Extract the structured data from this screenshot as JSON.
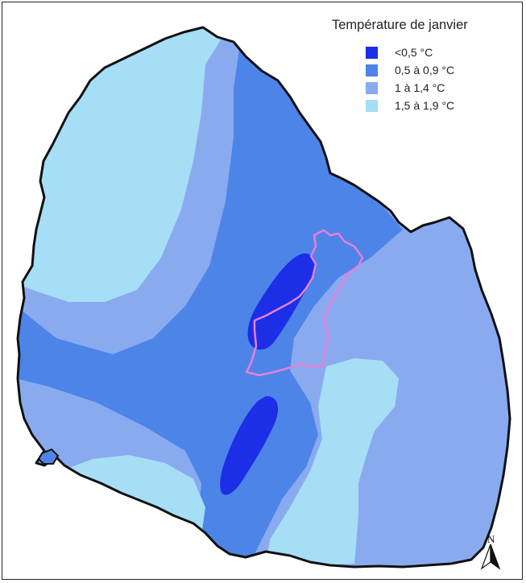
{
  "legend": {
    "title": "Température de janvier",
    "items": [
      {
        "label": "<0,5 °C",
        "color": "#1c2ee6"
      },
      {
        "label": "0,5 à 0,9 °C",
        "color": "#4d84e8"
      },
      {
        "label": "1 à 1,4 °C",
        "color": "#8aaaf0"
      },
      {
        "label": "1,5 à 1,9 °C",
        "color": "#a6def6"
      }
    ]
  },
  "north_arrow": {
    "label": "N",
    "icon": "north-arrow-icon"
  },
  "map": {
    "outline_color": "#111111",
    "city_boundary_color": "#e87fd8"
  }
}
